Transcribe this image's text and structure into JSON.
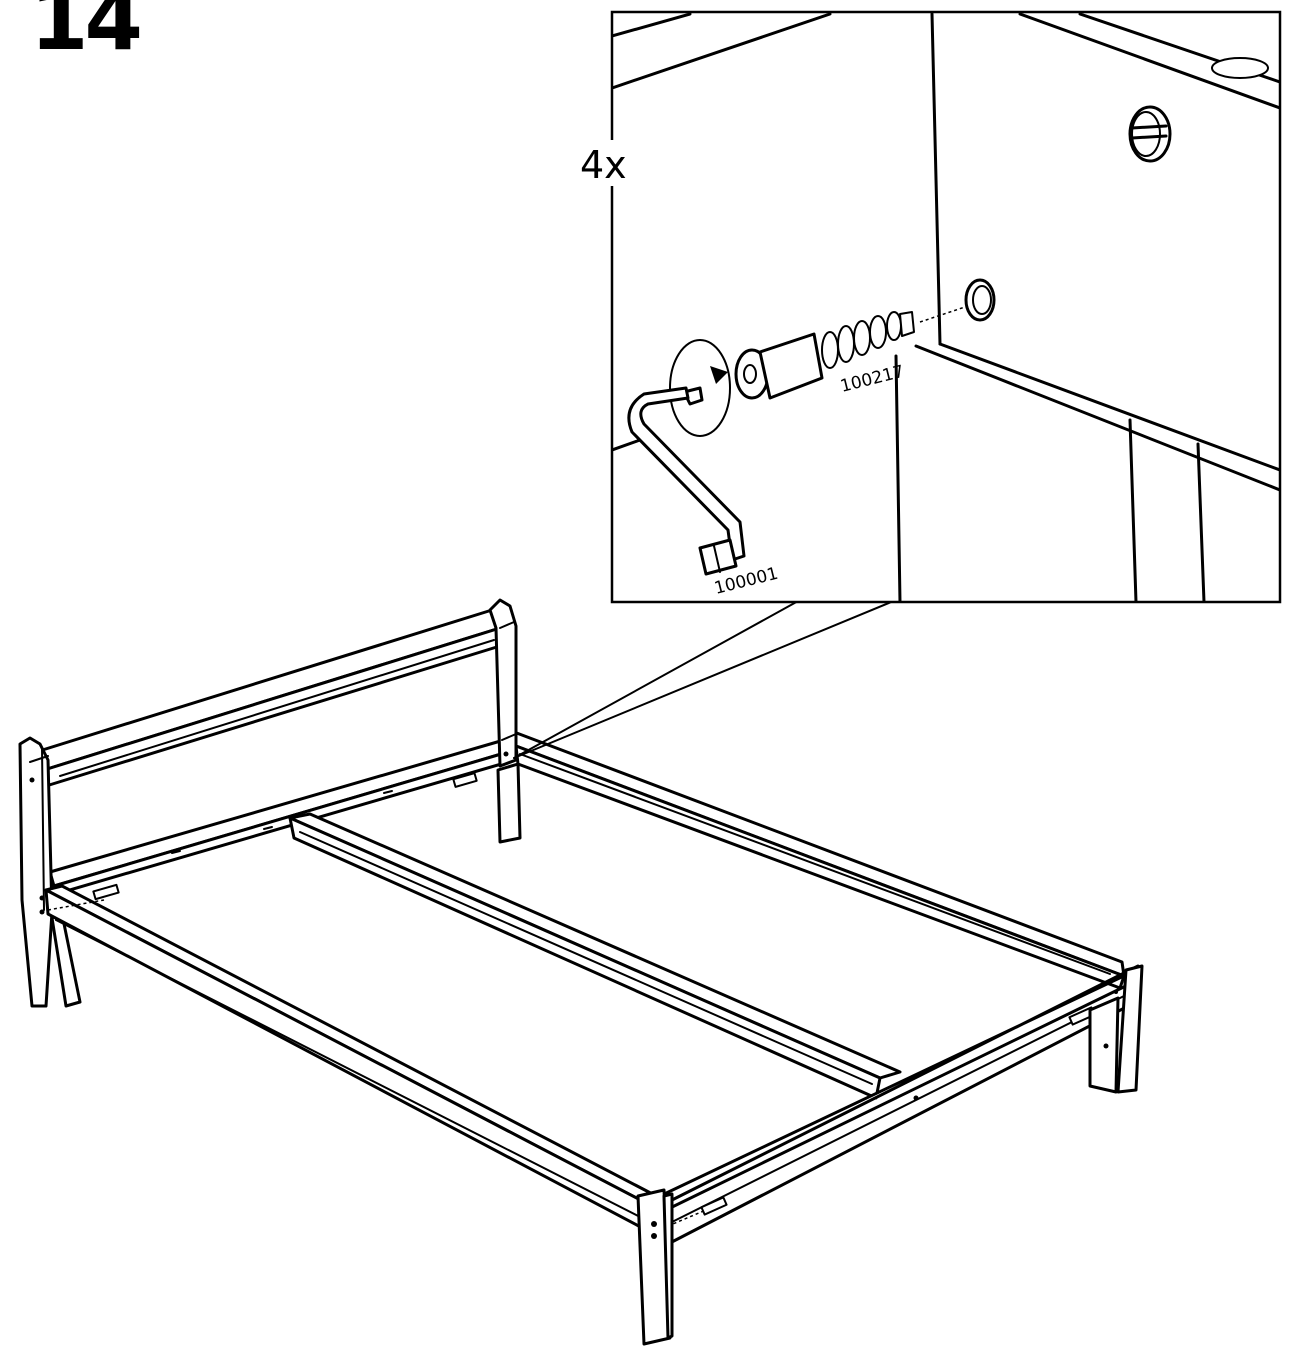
{
  "step": {
    "number": "14"
  },
  "detail": {
    "quantity": "4x",
    "parts": [
      {
        "id": "100217",
        "icon": "cam-bolt-icon"
      },
      {
        "id": "100001",
        "icon": "allen-key-icon"
      }
    ]
  }
}
